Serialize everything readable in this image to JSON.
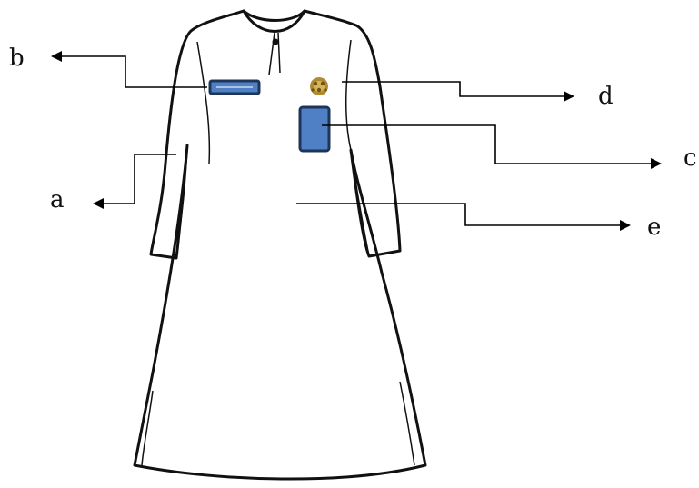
{
  "colors": {
    "outline": "#111111",
    "badge_fill": "#4f7fc4",
    "badge_border": "#1f3557",
    "emblem": "#b08a2e",
    "emblem_dark": "#6e5316"
  },
  "labels": {
    "a": "a",
    "b": "b",
    "c": "c",
    "d": "d",
    "e": "e"
  },
  "icons": {
    "name_tag": "name-tag-icon",
    "emblem": "emblem-badge-icon",
    "pocket_badge": "pocket-badge-icon"
  }
}
